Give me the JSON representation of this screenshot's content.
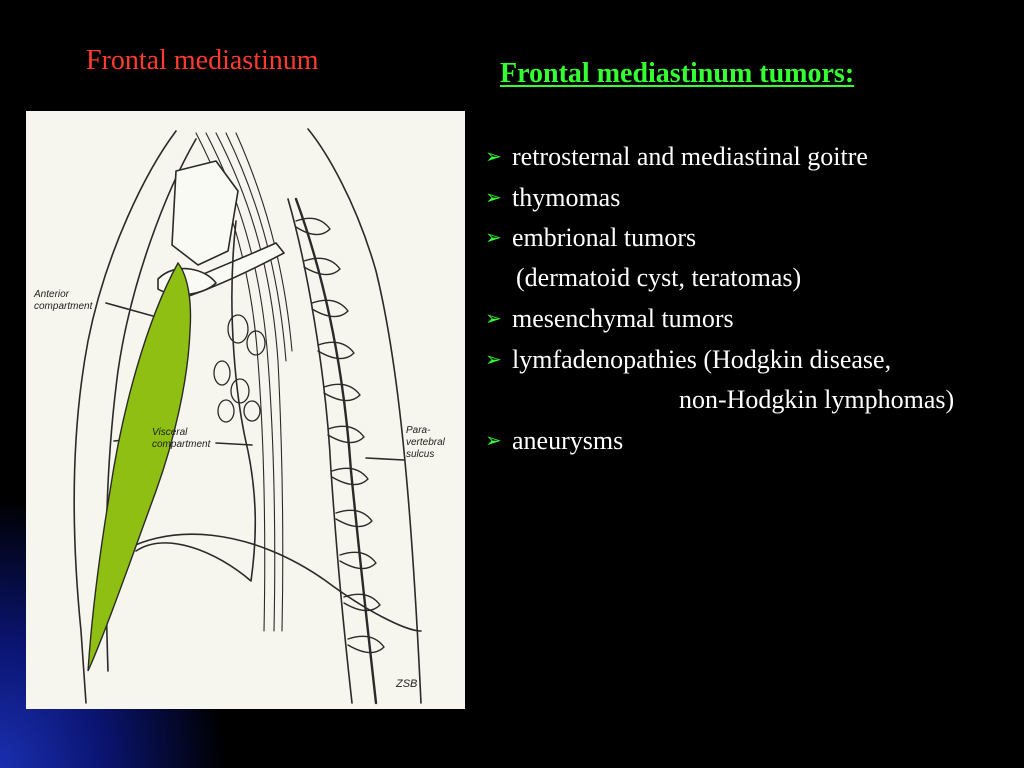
{
  "slide": {
    "left_title": "Frontal mediastinum",
    "right_title": "Frontal mediastinum tumors:"
  },
  "figure": {
    "labels": {
      "anterior_line1": "Anterior",
      "anterior_line2": "compartment",
      "visceral_line1": "Visceral",
      "visceral_line2": "compartment",
      "para_line1": "Para-",
      "para_line2": "vertebral",
      "para_line3": "sulcus",
      "signature": "ZSB"
    },
    "colors": {
      "anterior_fill": "#8fbf12",
      "line": "#2a2a2a",
      "background": "#f6f5ee"
    }
  },
  "bullets": {
    "marker": "➢",
    "items": [
      "retrosternal and mediastinal goitre",
      "thymomas",
      "embrional tumors",
      "(dermatoid cyst, teratomas)",
      "mesenchymal tumors",
      "lymfadenopathies (Hodgkin disease,",
      "non-Hodgkin lymphomas)",
      "aneurysms"
    ]
  },
  "colors": {
    "left_title": "#ff3b2f",
    "right_title": "#33ff33",
    "bullet_marker": "#33ff33",
    "text": "#ffffff",
    "background": "#000000",
    "corner_glow": "#1a2fb0"
  }
}
